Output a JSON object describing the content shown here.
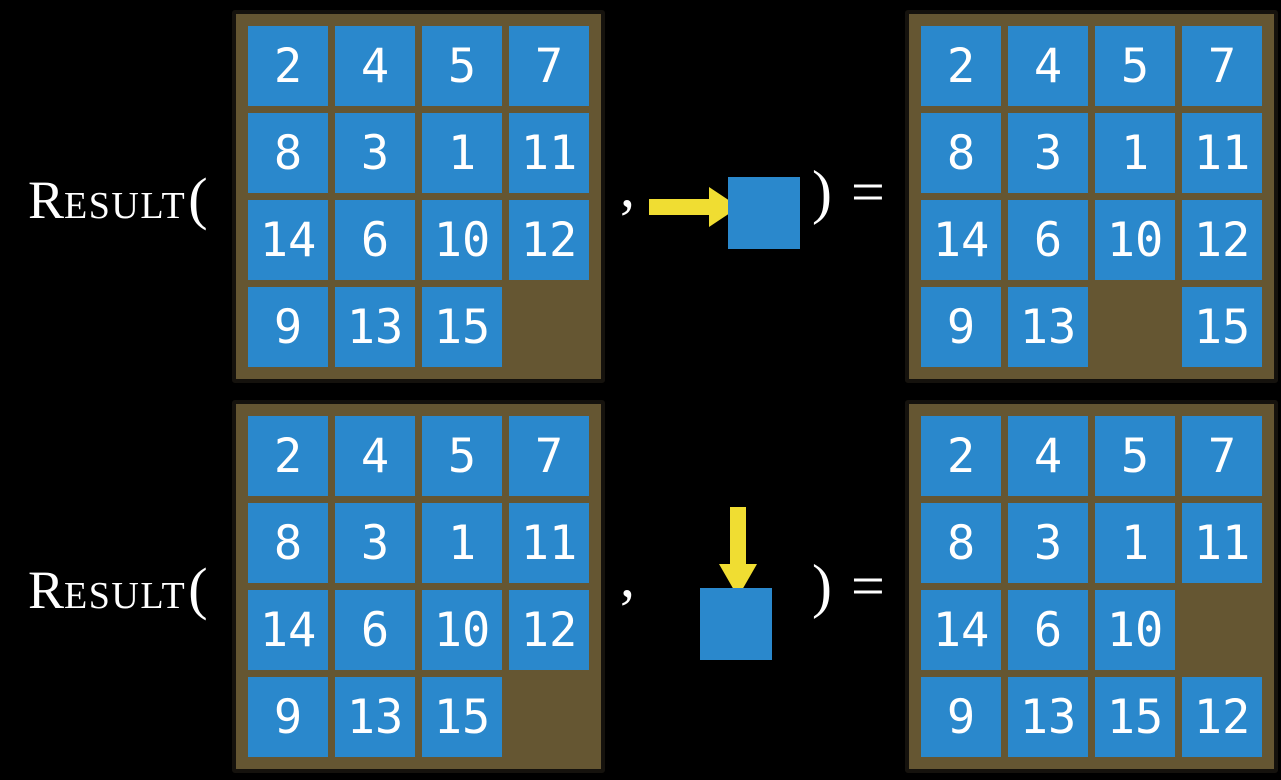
{
  "equation": {
    "function_cap": "R",
    "function_small": "ESULT",
    "open_paren": "(",
    "comma": ",",
    "close_equals": ") ="
  },
  "colors": {
    "background": "#000000",
    "tile_blue": "#2A88CC",
    "board_brown": "#655632",
    "board_border": "#15120D",
    "arrow_yellow": "#F0DD32",
    "text_white": "#FFFFFF"
  },
  "rows": [
    {
      "action_icon": "arrow-right-icon",
      "action_direction": "right",
      "board_before": [
        2,
        4,
        5,
        7,
        8,
        3,
        1,
        11,
        14,
        6,
        10,
        12,
        9,
        13,
        15,
        null
      ],
      "board_after": [
        2,
        4,
        5,
        7,
        8,
        3,
        1,
        11,
        14,
        6,
        10,
        12,
        9,
        13,
        null,
        15
      ]
    },
    {
      "action_icon": "arrow-down-icon",
      "action_direction": "down",
      "board_before": [
        2,
        4,
        5,
        7,
        8,
        3,
        1,
        11,
        14,
        6,
        10,
        12,
        9,
        13,
        15,
        null
      ],
      "board_after": [
        2,
        4,
        5,
        7,
        8,
        3,
        1,
        11,
        14,
        6,
        10,
        null,
        9,
        13,
        15,
        12
      ]
    }
  ]
}
